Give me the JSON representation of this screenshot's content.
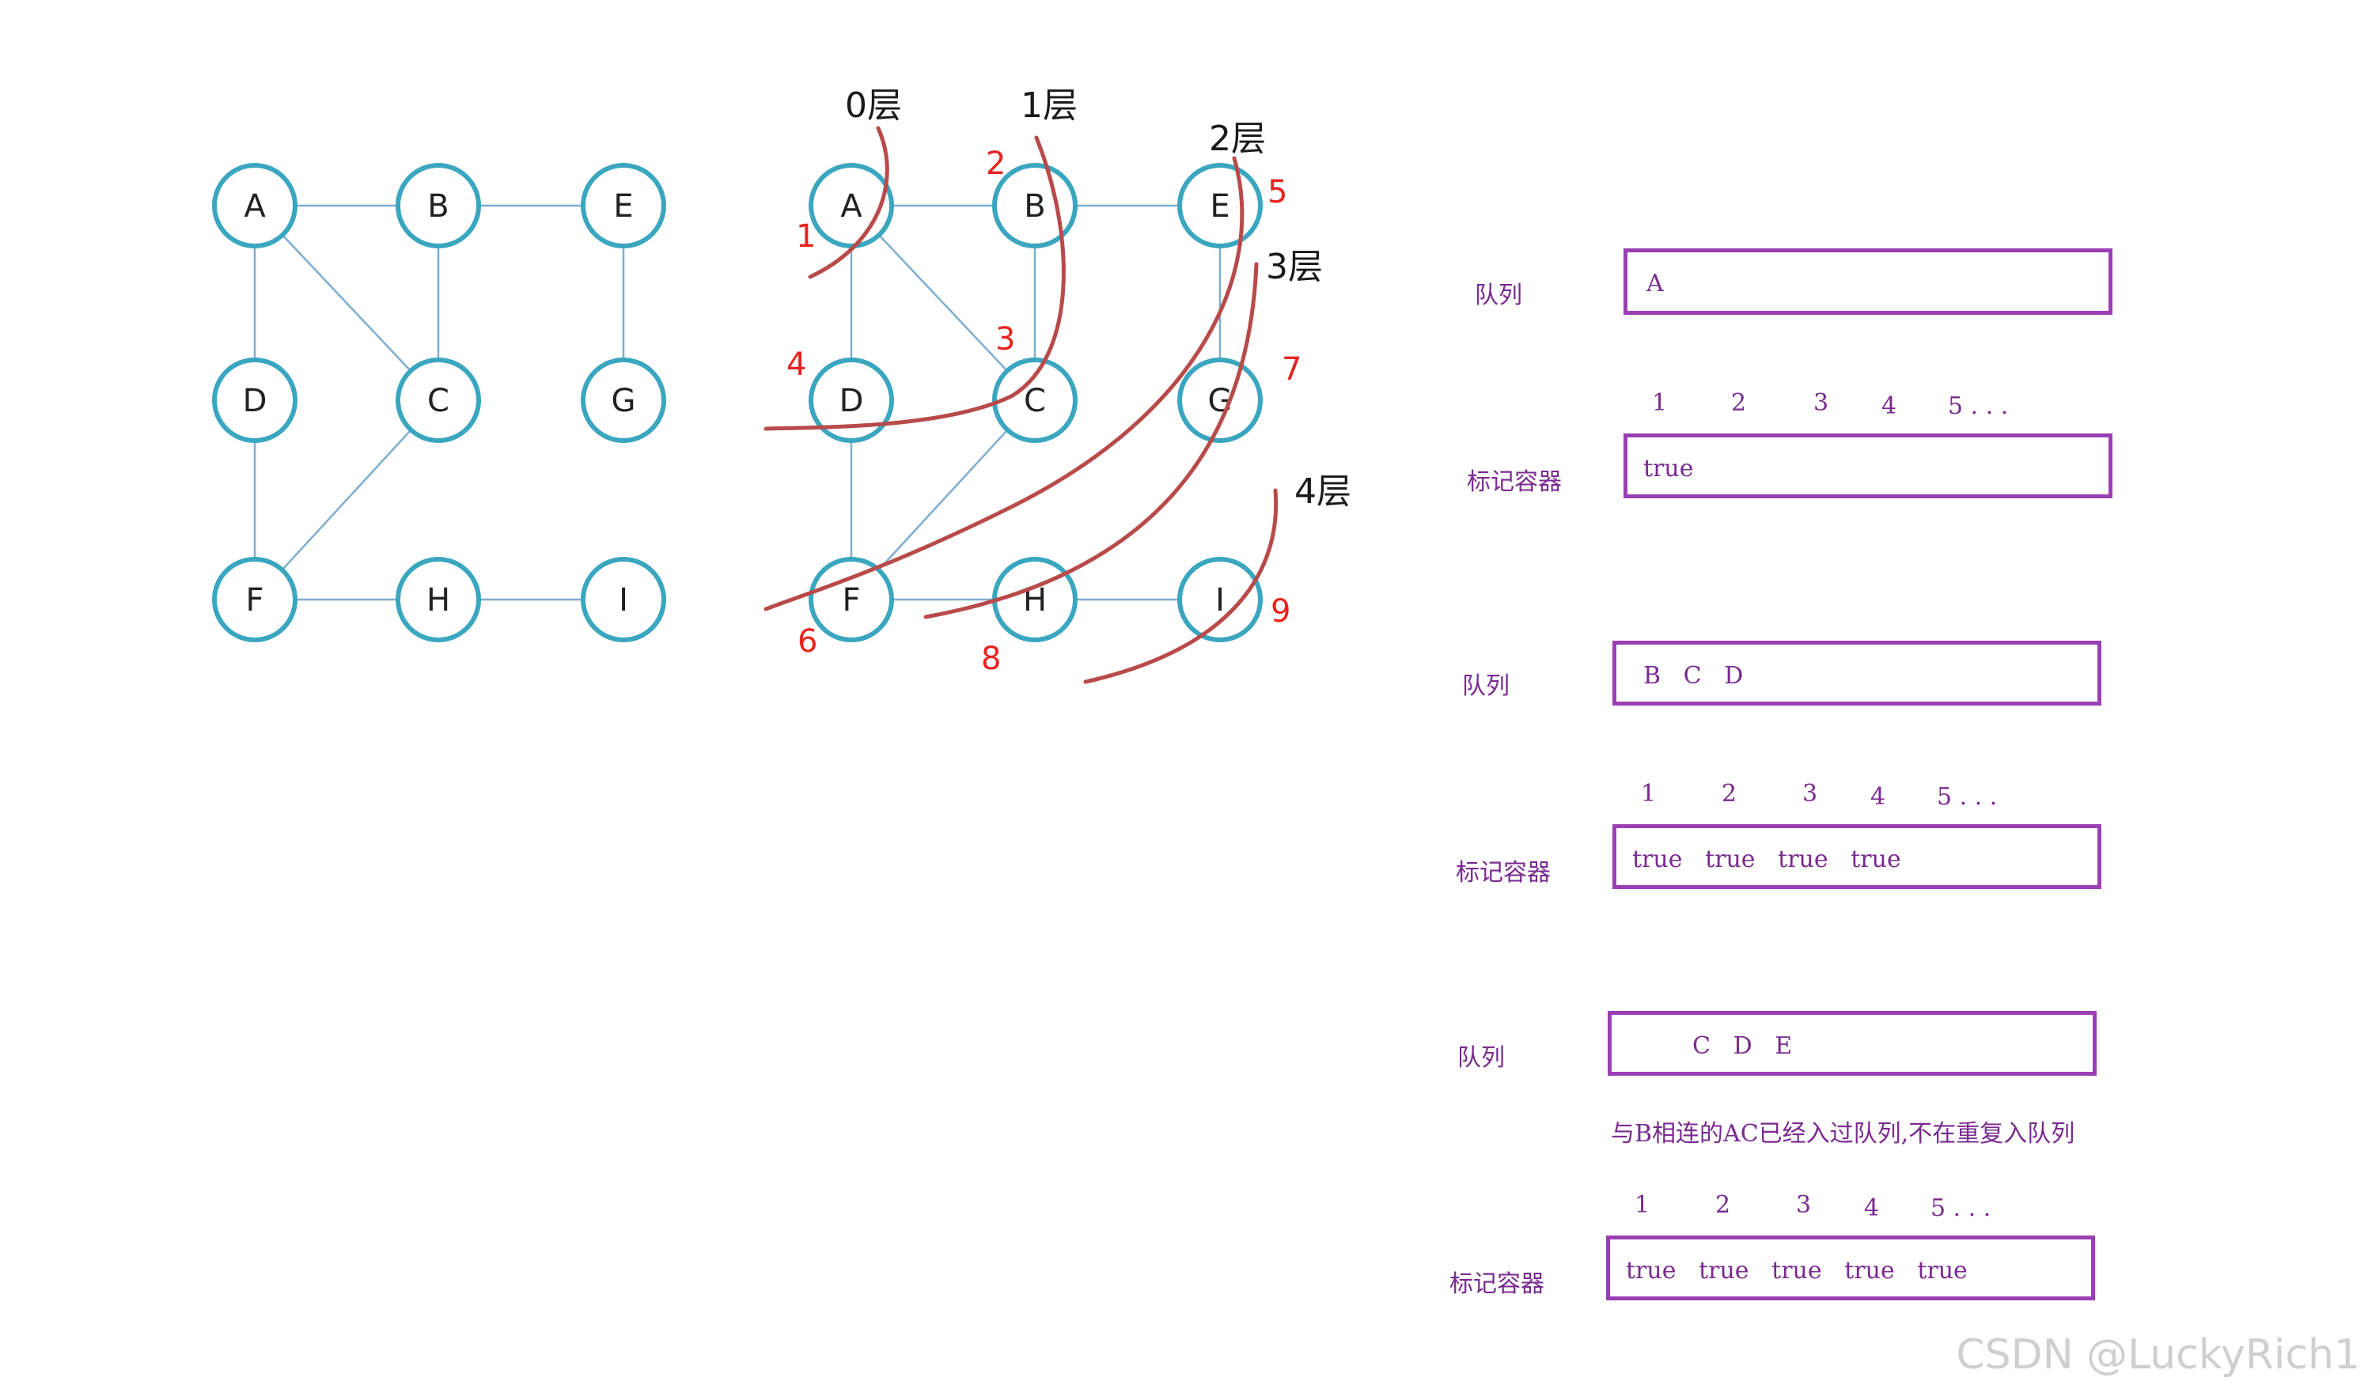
{
  "graph": {
    "nodes": [
      "A",
      "B",
      "E",
      "D",
      "C",
      "G",
      "F",
      "H",
      "I"
    ],
    "edges": [
      [
        "A",
        "B"
      ],
      [
        "B",
        "E"
      ],
      [
        "A",
        "D"
      ],
      [
        "A",
        "C"
      ],
      [
        "B",
        "C"
      ],
      [
        "E",
        "G"
      ],
      [
        "D",
        "F"
      ],
      [
        "C",
        "F"
      ],
      [
        "F",
        "H"
      ],
      [
        "H",
        "I"
      ]
    ]
  },
  "annotated": {
    "layers": [
      "0层",
      "1层",
      "2层",
      "3层",
      "4层"
    ],
    "order": [
      "1",
      "2",
      "3",
      "4",
      "5",
      "6",
      "7",
      "8",
      "9"
    ]
  },
  "steps": [
    {
      "queue_label": "队列",
      "queue_items": "A",
      "indices": [
        "1",
        "2",
        "3",
        "4",
        "5 . . ."
      ],
      "marks_label": "标记容器",
      "marks": "true"
    },
    {
      "queue_label": "队列",
      "queue_items": "B   C   D",
      "indices": [
        "1",
        "2",
        "3",
        "4",
        "5 . . ."
      ],
      "marks_label": "标记容器",
      "marks": "true   true   true   true"
    },
    {
      "queue_label": "队列",
      "queue_items": "C   D   E",
      "note": "与B相连的AC已经入过队列,不在重复入队列",
      "indices": [
        "1",
        "2",
        "3",
        "4",
        "5 . . ."
      ],
      "marks_label": "标记容器",
      "marks": "true   true   true   true   true"
    }
  ],
  "watermark": "CSDN @LuckyRich1",
  "colors": {
    "node_stroke": "#3aa6bf",
    "edge": "#7eaed0",
    "layer_curve": "#b94a4a",
    "order_number": "#e8231f",
    "panel": "#9b3fb5"
  }
}
